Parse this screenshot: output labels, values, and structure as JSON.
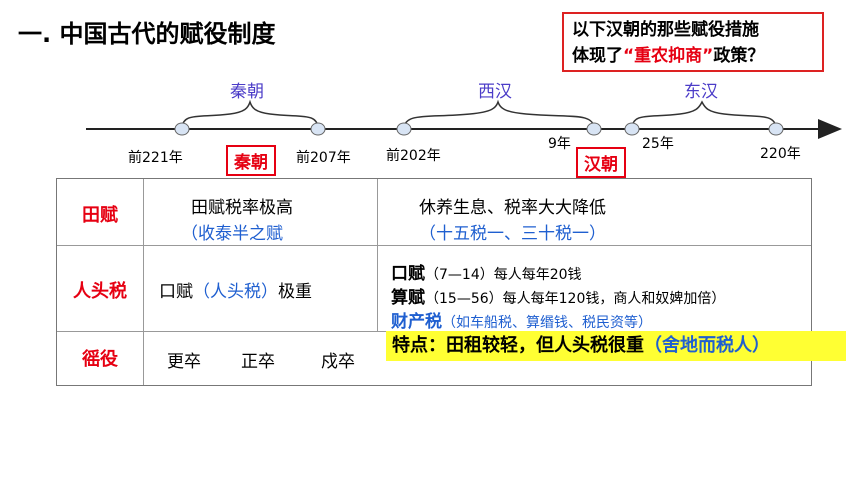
{
  "title": "一. 中国古代的赋役制度",
  "question": {
    "line1": "以下汉朝的那些赋役措施",
    "line2_pre": "体现了",
    "line2_quote": "“重农抑商”",
    "line2_post": "政策？"
  },
  "timeline": {
    "periods": [
      "秦朝",
      "西汉",
      "东汉"
    ],
    "years": [
      "前221年",
      "前207年",
      "前202年",
      "9年",
      "25年",
      "220年"
    ],
    "tags": [
      "秦朝",
      "汉朝"
    ]
  },
  "table": {
    "rows": [
      {
        "header": "田赋",
        "qin": [
          "田赋税率极高",
          "（收泰半之赋"
        ],
        "han": [
          "休养生息、税率大大降低",
          "（十五税一、三十税一）"
        ]
      },
      {
        "header": "人头税",
        "qin_pre": "口赋",
        "qin_mid": "（人头税）",
        "qin_post": "极重",
        "han_line1_b": "口赋",
        "han_line1_s": "（7—14）每人每年20钱",
        "han_line2_b": "算赋",
        "han_line2_s": "（15—56）每人每年120钱，商人和奴婢加倍）",
        "han_line3_b": "财产税",
        "han_line3_s": "（如车船税、算缗钱、税民资等）"
      },
      {
        "header": "徭役",
        "qin": [
          "更卒",
          "正卒",
          "戍卒"
        ]
      }
    ],
    "highlight_main": "特点：田租较轻，但人头税很重",
    "highlight_blue": "（舍地而税人）"
  }
}
